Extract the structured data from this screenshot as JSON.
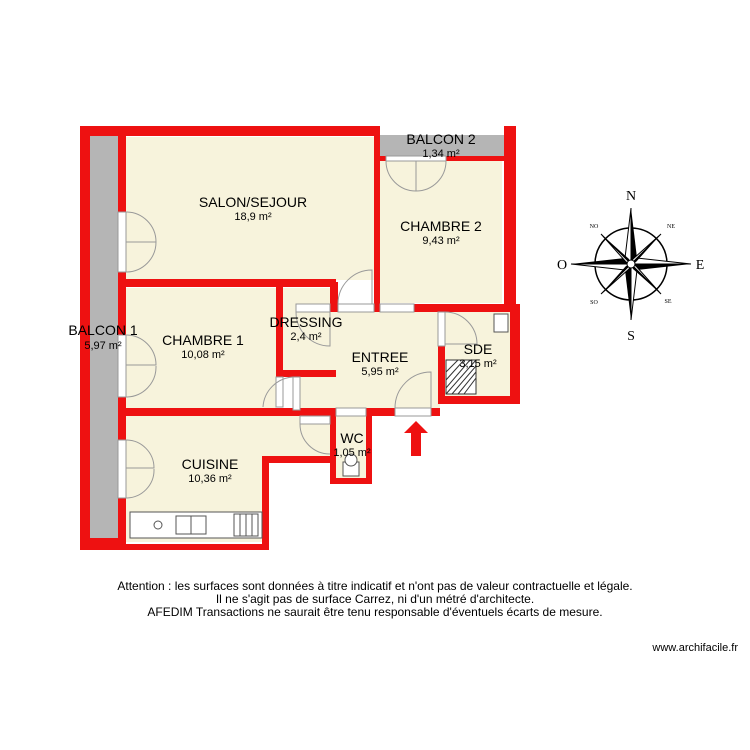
{
  "rooms": {
    "salon": {
      "name": "SALON/SEJOUR",
      "area": "18,9 m²"
    },
    "chambre2": {
      "name": "CHAMBRE 2",
      "area": "9,43 m²"
    },
    "balcon2": {
      "name": "BALCON 2",
      "area": "1,34 m²"
    },
    "balcon1": {
      "name": "BALCON 1",
      "area": "5,97 m²"
    },
    "chambre1": {
      "name": "CHAMBRE 1",
      "area": "10,08 m²"
    },
    "dressing": {
      "name": "DRESSING",
      "area": "2,4 m²"
    },
    "entree": {
      "name": "ENTREE",
      "area": "5,95 m²"
    },
    "sde": {
      "name": "SDE",
      "area": "3,15 m²"
    },
    "wc": {
      "name": "WC",
      "area": "1,05 m²"
    },
    "cuisine": {
      "name": "CUISINE",
      "area": "10,36 m²"
    }
  },
  "compass": {
    "n": "N",
    "s": "S",
    "e": "E",
    "o": "O",
    "ne": "NE",
    "no": "NO",
    "se": "SE",
    "so": "SO"
  },
  "disclaimer": {
    "line1": "Attention : les surfaces sont données à titre indicatif et n'ont pas de valeur contractuelle et légale.",
    "line2": "Il ne s'agit pas de surface Carrez, ni d'un métré d'architecte.",
    "line3": "AFEDIM Transactions ne saurait être tenu responsable d'éventuels écarts de mesure."
  },
  "website": "www.archifacile.fr",
  "colors": {
    "wall": "#ee1111",
    "floor": "#f7f3dc",
    "balcony": "#b5b5b5",
    "text": "#000000"
  }
}
